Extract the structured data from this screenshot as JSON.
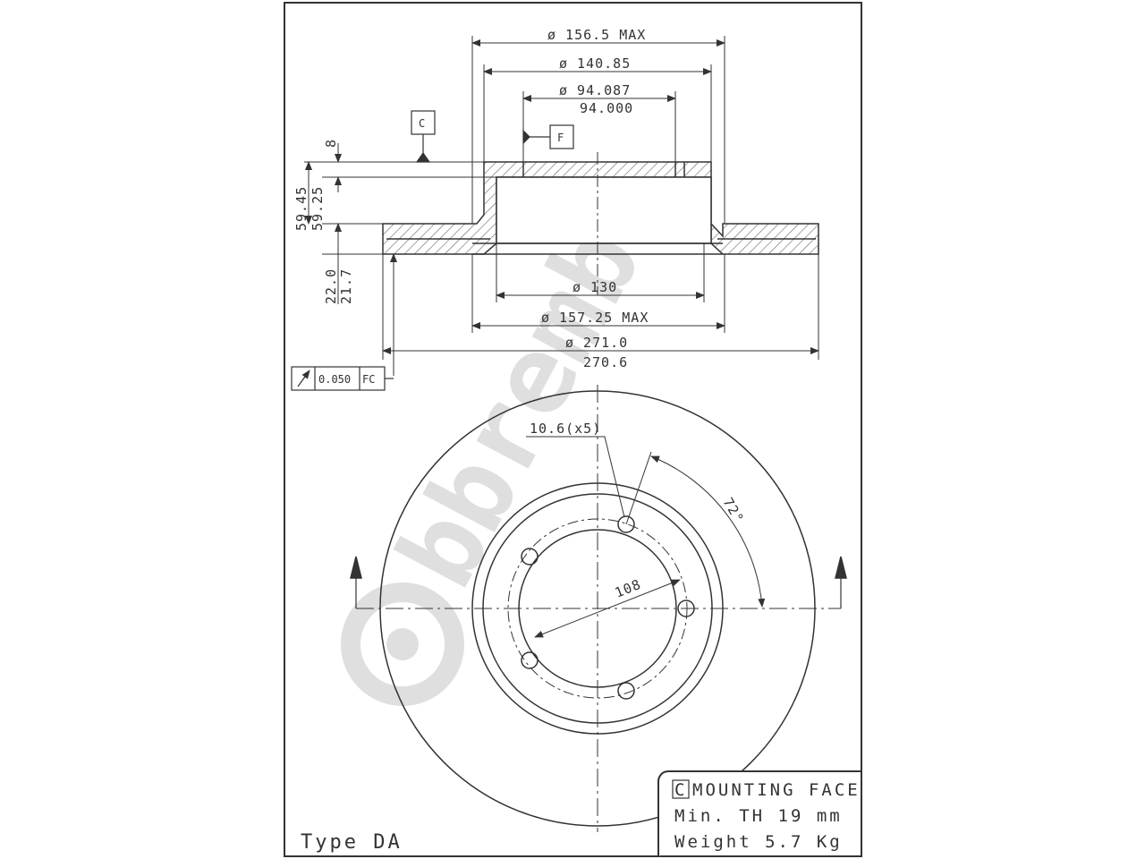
{
  "watermark": "brembo",
  "section_view": {
    "dims": {
      "d_156_5": "ø 156.5 MAX",
      "d_140_85": "ø 140.85",
      "d_94_087": "ø 94.087",
      "d_94_000": "94.000",
      "d_130": "ø 130",
      "d_157_25": "ø 157.25 MAX",
      "d_271": "ø 271.0",
      "d_270_6": "270.6",
      "h_8": "8",
      "h_59_45": "59.45",
      "h_59_25": "59.25",
      "h_22_0": "22.0",
      "h_21_7": "21.7"
    },
    "datum_c": "C",
    "datum_f": "F",
    "tolerance_value": "0.050",
    "tolerance_datums": "FC"
  },
  "face_view": {
    "hole_callout": "10.6(x5)",
    "angle": "72°",
    "pcd": "108"
  },
  "info": {
    "mounting_face_marker": "C",
    "mounting_face": "MOUNTING FACE",
    "min_th": "Min. TH 19  mm",
    "weight": "Weight   5.7 Kg"
  },
  "type_label": "Type DA",
  "colors": {
    "line": "#333333",
    "hatch": "#555555",
    "watermark": "#dcdcdc"
  }
}
